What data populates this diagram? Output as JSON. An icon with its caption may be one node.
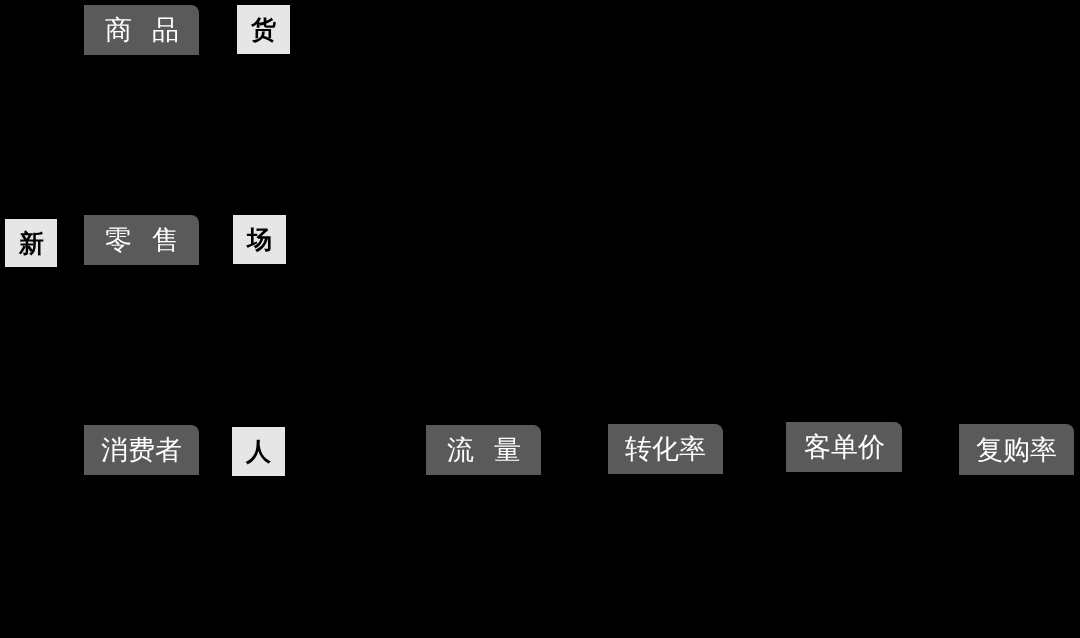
{
  "diagram": {
    "nodes": [
      {
        "text": [
          "商品"
        ]
      },
      {
        "text": [
          "货"
        ]
      },
      {
        "text": [
          "新"
        ]
      },
      {
        "text": [
          "零售"
        ]
      },
      {
        "text": [
          "场"
        ]
      },
      {
        "text": [
          "消费者"
        ]
      },
      {
        "text": [
          "人"
        ]
      },
      {
        "text": [
          "流量"
        ]
      },
      {
        "text": [
          "转化率"
        ]
      },
      {
        "text": [
          "客单价"
        ]
      },
      {
        "text": [
          "复购率"
        ]
      }
    ]
  }
}
